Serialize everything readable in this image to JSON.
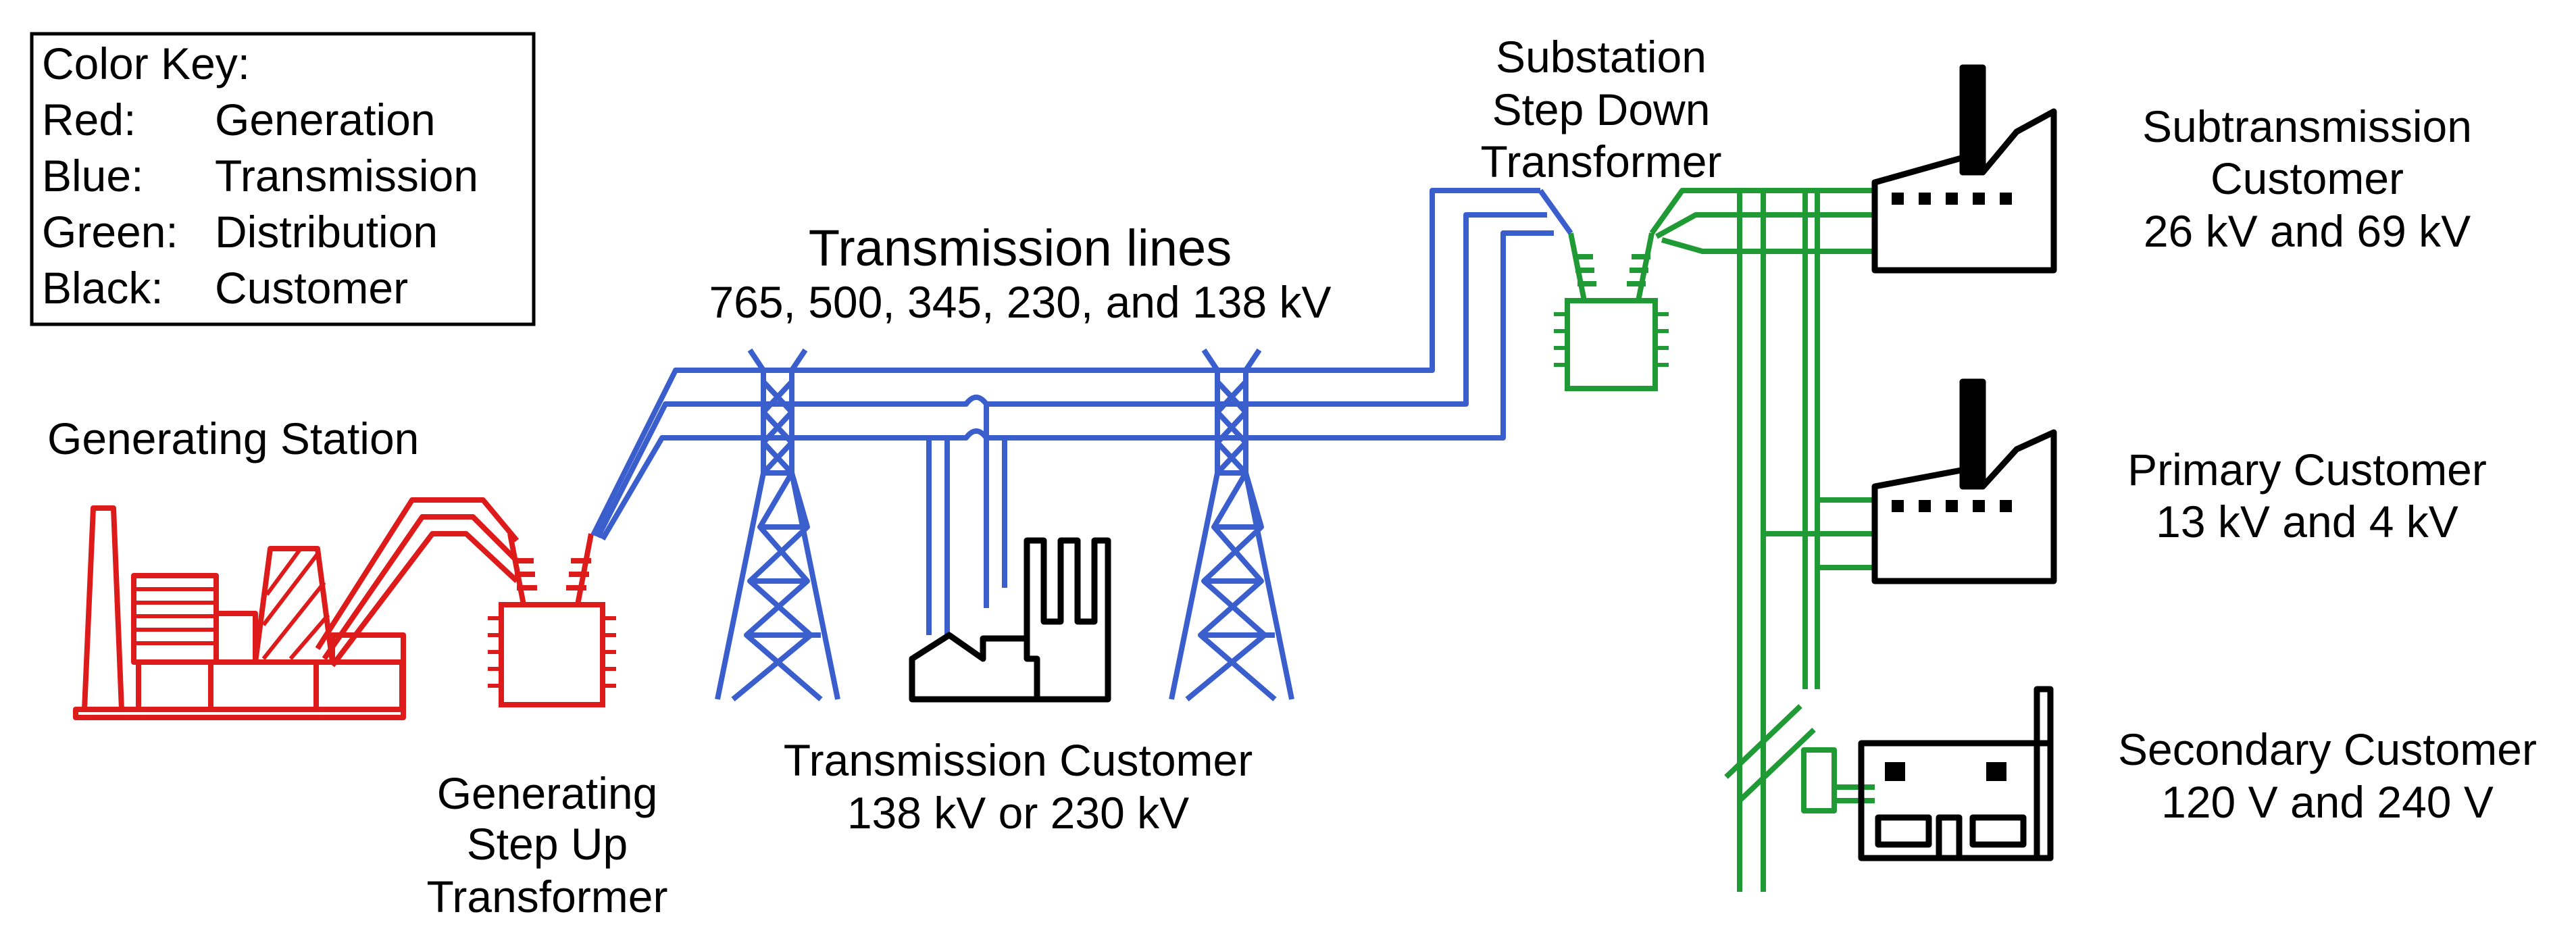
{
  "colors": {
    "generation": "#dd1b1b",
    "transmission": "#3a5fcd",
    "distribution": "#1f9a34",
    "customer": "#000000"
  },
  "color_key": {
    "title": "Color Key:",
    "rows": [
      {
        "term": "Red:",
        "meaning": "Generation",
        "color": "#dd1b1b"
      },
      {
        "term": "Blue:",
        "meaning": "Transmission",
        "color": "#3a5fcd"
      },
      {
        "term": "Green:",
        "meaning": "Distribution",
        "color": "#1f9a34"
      },
      {
        "term": "Black:",
        "meaning": "Customer",
        "color": "#000000"
      }
    ]
  },
  "labels": {
    "generating_station": "Generating Station",
    "step_up": [
      "Generating",
      "Step Up",
      "Transformer"
    ],
    "transmission_title": "Transmission lines",
    "transmission_voltages": "765, 500, 345, 230, and 138 kV",
    "transmission_customer": [
      "Transmission Customer",
      "138 kV or 230 kV"
    ],
    "substation": [
      "Substation",
      "Step Down",
      "Transformer"
    ],
    "subtransmission_customer": [
      "Subtransmission",
      "Customer",
      "26 kV and 69 kV"
    ],
    "primary_customer": [
      "Primary Customer",
      "13 kV and 4 kV"
    ],
    "secondary_customer": [
      "Secondary Customer",
      "120 V and 240 V"
    ]
  }
}
